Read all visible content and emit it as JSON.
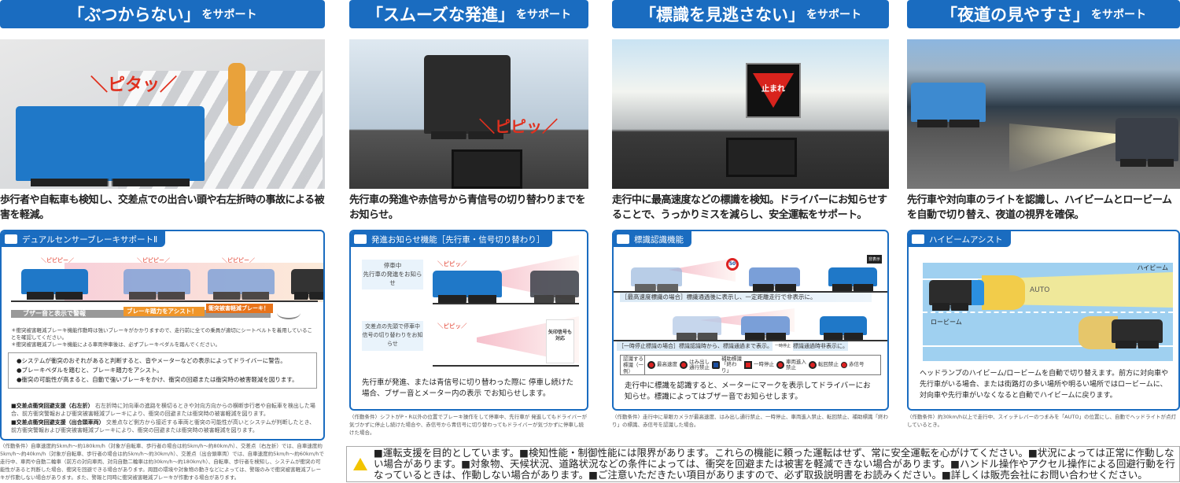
{
  "columns": [
    {
      "title_main": "「ぶつからない」",
      "title_sub": "をサポート",
      "photo_bubble": "＼ピタッ／",
      "caption": "歩行者や自転車も検知し、交差点での出合い頭や右左折時の事故による被害を軽減。",
      "box_title": "デュアルセンサーブレーキサポートⅡ",
      "beeps": [
        "＼ピピピー／",
        "＼ピピピー／",
        "＼ピピピー／"
      ],
      "stages": [
        "ブザー音と表示で警報",
        "ブレーキ踏力をアシスト！",
        "衝突被害軽減ブレーキ！"
      ],
      "asterisk_notes": [
        "＊衝突被害軽減ブレーキ機能作動時は強いブレーキがかかりますので、走行前に全ての乗員が適切にシートベルトを着用していることを確認してください。",
        "＊衝突被害軽減ブレーキ機能による車両停車後は、必ずブレーキペダルを踏んでください。"
      ],
      "bullets": [
        "●システムが衝突のおそれがあると判断すると、音やメーターなどの表示によってドライバーに警告。",
        "●ブレーキペダルを踏むと、ブレーキ踏力をアシスト。",
        "●衝突の可能性が高まると、自動で強いブレーキをかけ、衝突の回避または衝突時の被害軽減を図ります。"
      ],
      "features": [
        {
          "label": "■交差点衝突回避支援（右左折）",
          "text": "右左折時に対向車の進路を横切るときや対向方向からの横断歩行者や自転車を検出した場合、前方衝突警報および衝突被害軽減ブレーキにより、衝突の回避または衝突時の被害軽減を図ります。"
        },
        {
          "label": "■交差点衝突回避支援（出合頭車両）",
          "text": "交差点など側方から接近する車両と衝突の可能性が高いとシステムが判断したとき、前方衝突警報および衝突被害軽減ブレーキにより、衝突の回避または衝突時の被害軽減を図ります。"
        }
      ],
      "footnote": "〈作動条件〉自車速度約5km/h〜約180km/h（対象が自転車、歩行者の場合は約5km/h〜約80km/h）、交差点（右左折）では、自車速度約5km/h〜約40km/h（対象が自転車、歩行者の場合は約5km/h〜約30km/h）、交差点（出合頭車両）では、自車速度約5km/h〜約60km/hで走行中、車両や自動二輪車（前方の対向車両、対向自動二輪車は約30km/h〜約180km/h）、自転車、歩行者を検知し、システムが衝突の可能性があると判断した場合、衝突を回避できる場合があります。周囲の環境や対象物の動きなどによっては、警報のみで衝突被害軽減ブレーキが作動しない場合があります。また、警報と同時に衝突被害軽減ブレーキが作動する場合があります。"
    },
    {
      "title_main": "「スムーズな発進」",
      "title_sub": "をサポート",
      "photo_bubble": "＼ピピッ／",
      "caption": "先行車の発進や赤信号から青信号の切り替わりまでをお知らせ。",
      "box_title": "発進お知らせ機能［先行車・信号切り替わり］",
      "scenarios": [
        {
          "head": "停車中",
          "body": "先行車の発進をお知らせ",
          "beep": "＼ピピッ／"
        },
        {
          "head": "交差点の先頭で停車中",
          "body": "信号の切り替わりをお知らせ",
          "beep": "＼ピピッ／"
        }
      ],
      "arrow_signal": "矢印信号も対応",
      "description": "先行車が発進、または青信号に切り替わった際に 停車し続けた場合、ブザー音とメーター内の表示 でお知らせします。",
      "footnote": "〈作動条件〉シフトがP・R以外の位置でブレーキ操作をして停車中、先行車が 発進してもドライバーが気づかずに停止し続けた場合や、赤信号から青信号に切り替わってもドライバーが気づかずに停車し続けた場合。"
    },
    {
      "title_main": "「標識を見逃さない」",
      "title_sub": "をサポート",
      "photo_sign": "止まれ",
      "caption": "走行中に最高速度などの標識を検知。ドライバーにお知らせすることで、うっかりミスを減らし、安全運転をサポート。",
      "box_title": "標識認識機能",
      "speed_sign": "50",
      "hidden_label": "非表示",
      "row1_text": "［最高速度標識の場合］標識通過後に表示し、一定距離走行で非表示に。",
      "row2_text": "［一時停止標識の場合］標識認識時から、標識通過まで表示。",
      "row2_mid": "一時停止",
      "row2_end": "標識通過時非表示に。",
      "sign_list_label": "認識する標識（一例）",
      "signs": [
        "最高速度",
        "はみ出し通行禁止",
        "補助標識「終わり」",
        "一時停止",
        "車両進入禁止",
        "転回禁止",
        "赤信号"
      ],
      "description": "走行中に標識を認識すると、メーターにマークを表示してドライバーにお知らせ。標識によってはブザー音でお知らせします。",
      "footnote": "〈作動条件〉走行中に単眼カメラが最高速度、はみ出し通行禁止、一時停止、車両進入禁止、転回禁止、補助標識「終わり」の標識、赤信号を認識した場合。"
    },
    {
      "title_main": "「夜道の見やすさ」",
      "title_sub": "をサポート",
      "caption": "先行車や対向車のライトを認識し、ハイビームとロービームを自動で切り替え、夜道の視界を確保。",
      "box_title": "ハイビームアシスト",
      "high_beam": "ハイビーム",
      "low_beam": "ロービーム",
      "auto": "AUTO",
      "description": "ヘッドランプのハイビーム/ロービームを自動で切り替えます。前方に対向車や先行車がいる場合、または街路灯の多い場所や明るい場所ではロービームに、対向車や先行車がいなくなると自動でハイビームに戻ります。",
      "footnote": "〈作動条件〉約30km/h以上で走行中、スイッチレバーのつまみを「AUTO」の位置にし、自動でヘッドライトが点灯しているとき。"
    }
  ],
  "disclaimer": "■運転支援を目的としています。■検知性能・制御性能には限界があります。これらの機能に頼った運転はせず、常に安全運転を心がけてください。■状況によっては正常に作動しない場合があります。■対象物、天候状況、道路状況などの条件によっては、衝突を回避または被害を軽減できない場合があります。■ハンドル操作やアクセル操作による回避行動を行なっているときは、作動しない場合があります。■ご注意いただきたい項目がありますので、必ず取扱説明書をお読みください。■詳しくは販売会社にお問い合わせください。"
}
